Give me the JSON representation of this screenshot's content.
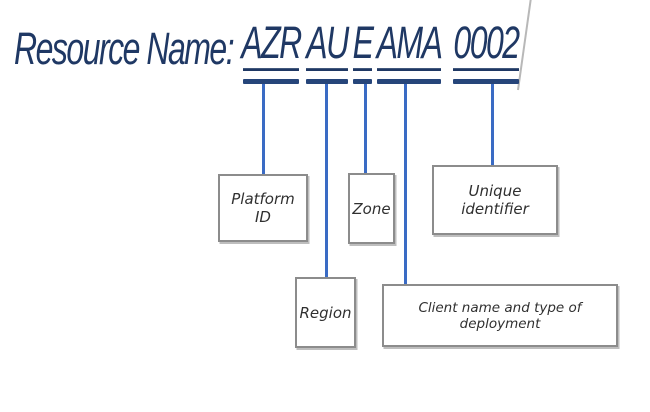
{
  "diagram": {
    "title_label": "Resource Name:",
    "resource_name": "AZR AU E AMA 0002",
    "segments": [
      {
        "code": "AZR",
        "label": "Platform ID"
      },
      {
        "code": "AU",
        "label": "Region"
      },
      {
        "code": "E",
        "label": "Zone"
      },
      {
        "code": "AMA",
        "label": "Client name and type of deployment"
      },
      {
        "code": "0002",
        "label": "Unique identifier"
      }
    ],
    "colors": {
      "title_text": "#1F3864",
      "underline_bar": "#26457A",
      "connector_line": "#3A6BC4",
      "box_border": "#8C8C8C",
      "box_text": "#303030",
      "background": "#FFFFFF"
    }
  }
}
